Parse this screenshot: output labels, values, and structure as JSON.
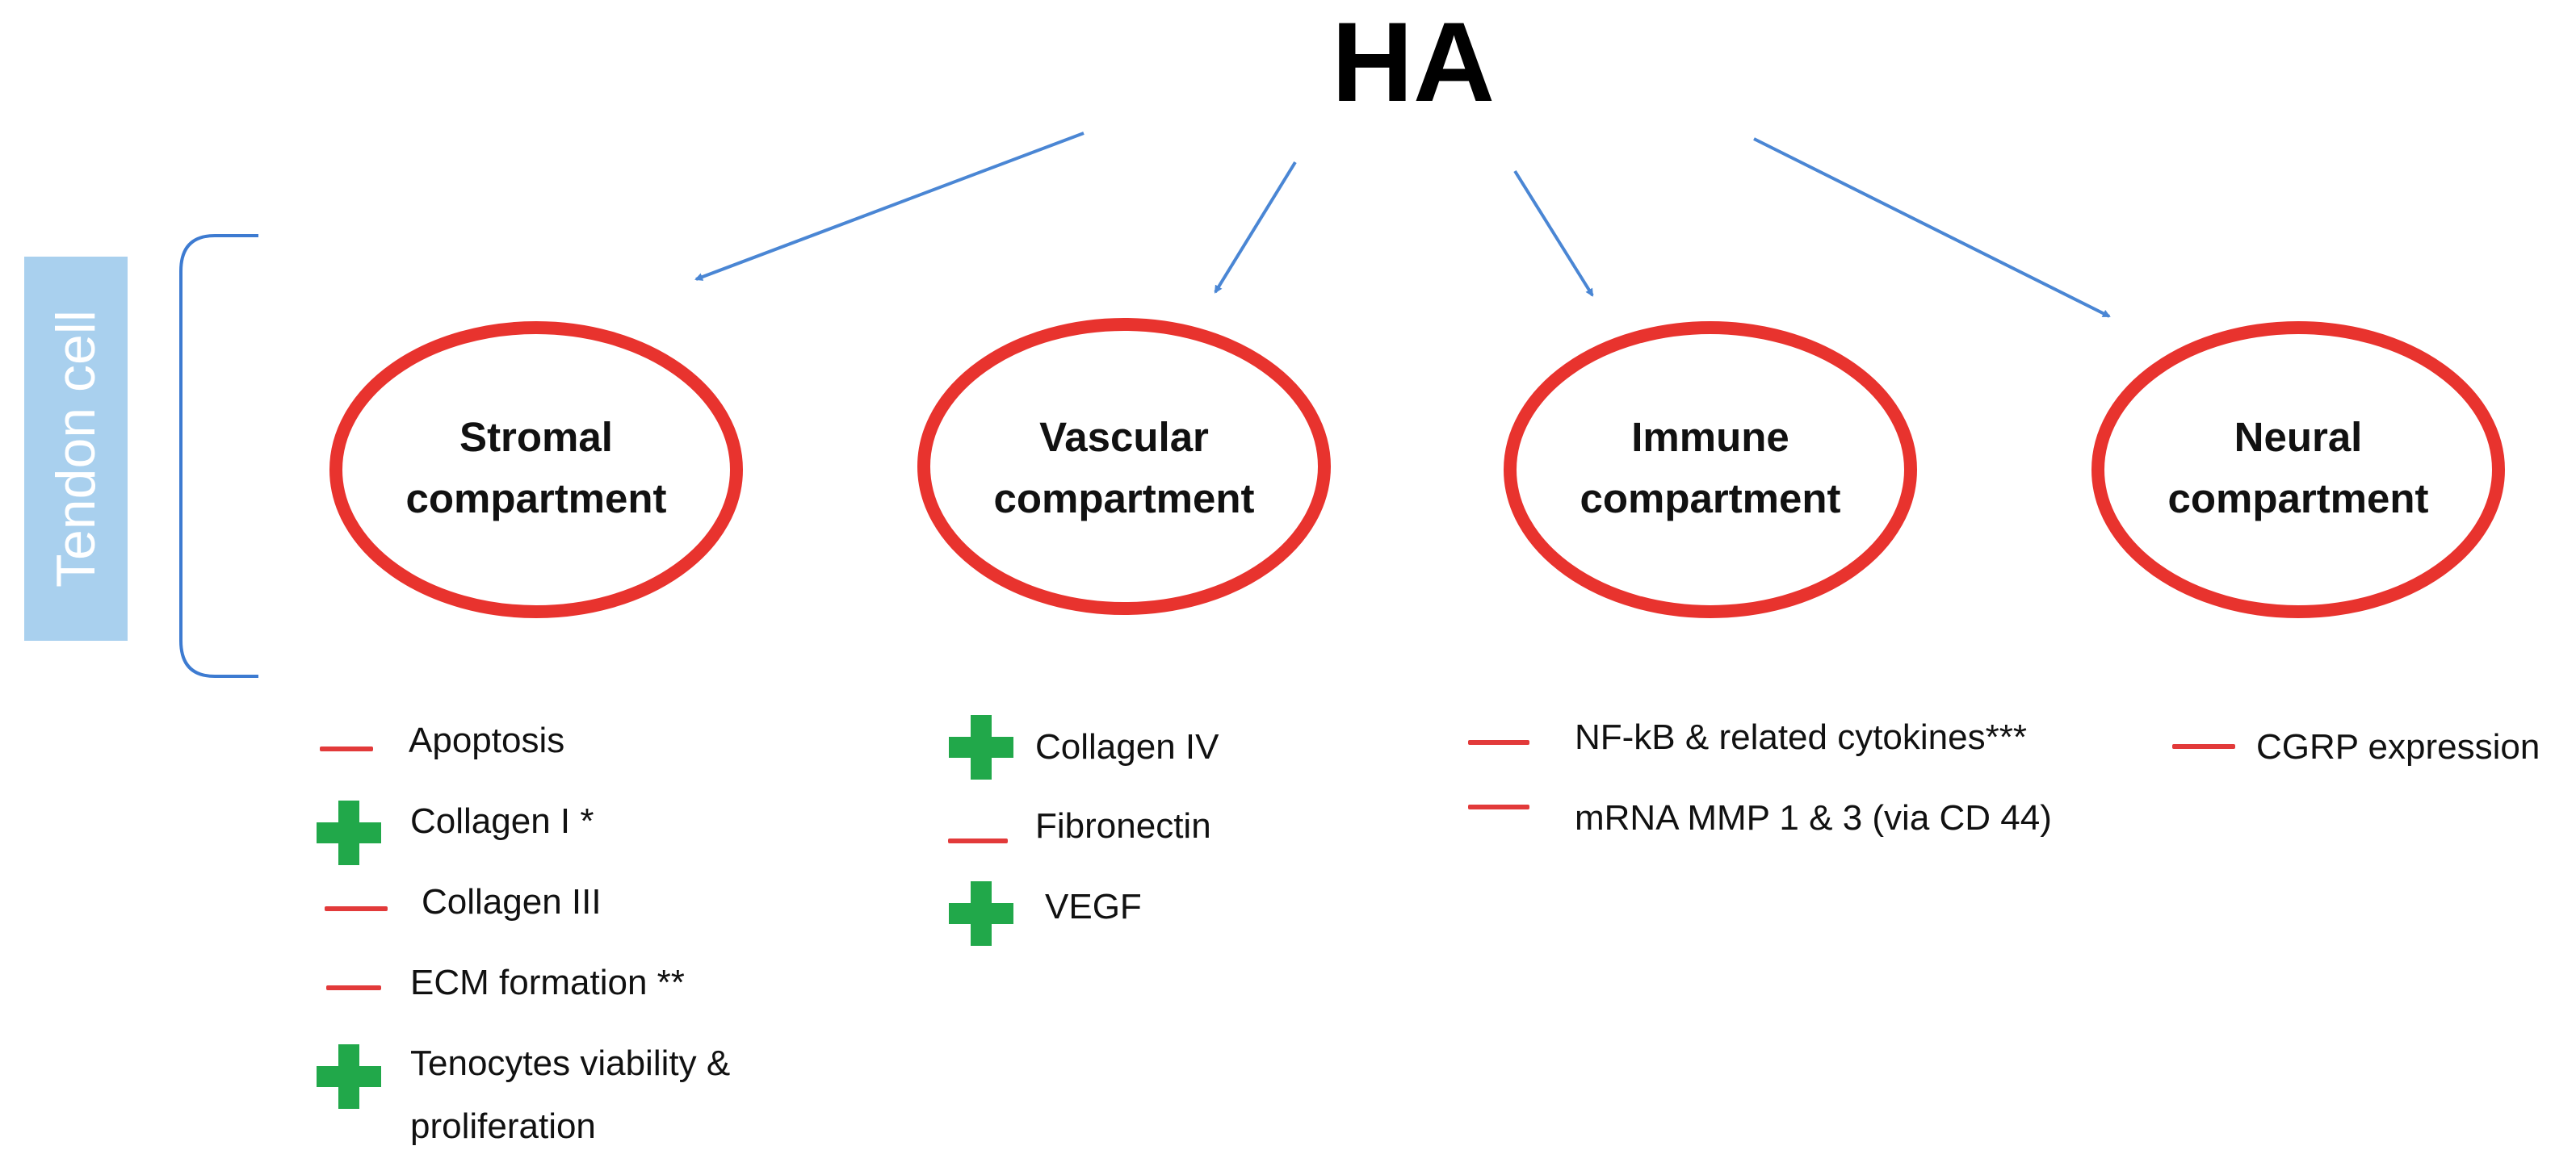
{
  "title": "HA",
  "side_label": "Tendon cell",
  "colors": {
    "arrow": "#4a86d4",
    "ellipse_stroke": "#e8332e",
    "minus": "#e23a3a",
    "plus": "#21a84a",
    "side_label_bg": "#a9d0ee"
  },
  "compartments": [
    {
      "line1": "Stromal",
      "line2": "compartment",
      "effects": [
        {
          "sign": "minus",
          "text": "Apoptosis"
        },
        {
          "sign": "plus",
          "text": "Collagen I *"
        },
        {
          "sign": "minus",
          "text": "Collagen III"
        },
        {
          "sign": "minus",
          "text": "ECM formation **"
        },
        {
          "sign": "plus",
          "text": "Tenocytes viability &",
          "text2": "proliferation"
        }
      ]
    },
    {
      "line1": "Vascular",
      "line2": "compartment",
      "effects": [
        {
          "sign": "plus",
          "text": "Collagen IV"
        },
        {
          "sign": "minus",
          "text": "Fibronectin"
        },
        {
          "sign": "plus",
          "text": "VEGF"
        }
      ]
    },
    {
      "line1": "Immune",
      "line2": "compartment",
      "effects": [
        {
          "sign": "minus",
          "text": "NF-kB & related cytokines***"
        },
        {
          "sign": "minus",
          "text": "mRNA MMP 1 & 3 (via CD 44)"
        }
      ]
    },
    {
      "line1": "Neural",
      "line2": "compartment",
      "effects": [
        {
          "sign": "minus",
          "text": "CGRP expression"
        }
      ]
    }
  ]
}
